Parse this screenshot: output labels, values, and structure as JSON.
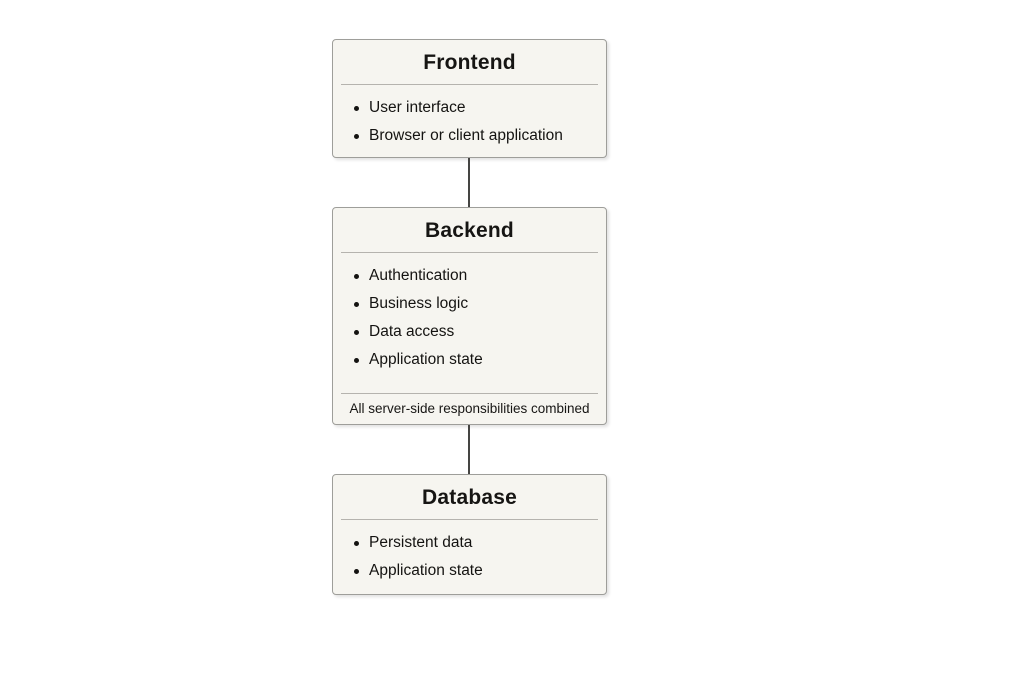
{
  "diagram": {
    "background_color": "#ffffff",
    "box_fill_color": "#f6f5f0",
    "box_border_color": "#9e9e9a",
    "divider_color": "#b5b3ae",
    "text_color": "#1c1b19",
    "connector_color": "#454543",
    "nodes": [
      {
        "id": "frontend",
        "title": "Frontend",
        "items": [
          "User interface",
          "Browser or client application"
        ]
      },
      {
        "id": "backend",
        "title": "Backend",
        "items": [
          "Authentication",
          "Business logic",
          "Data access",
          "Application state"
        ],
        "footer": "All server-side responsibilities combined"
      },
      {
        "id": "database",
        "title": "Database",
        "items": [
          "Persistent data",
          "Application state"
        ]
      }
    ]
  }
}
